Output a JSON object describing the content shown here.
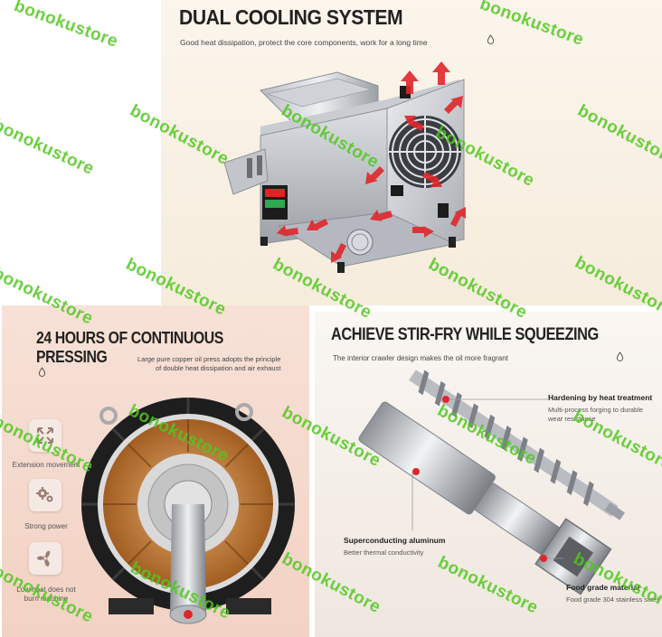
{
  "top_panel": {
    "title": "DUAL COOLING SYSTEM",
    "subtitle": "Good heat dissipation, protect the core components, work for a long time"
  },
  "left_panel": {
    "title": "24 HOURS OF CONTINUOUS PRESSING",
    "subtitle_line1": "Large pure copper oil press adopts the principle",
    "subtitle_line2": "of double heat dissipation and air exhaust",
    "features": [
      {
        "icon": "arrows-expand-icon",
        "label_line1": "Extension movement",
        "label_line2": ""
      },
      {
        "icon": "gears-icon",
        "label_line1": "Strong power",
        "label_line2": ""
      },
      {
        "icon": "fan-icon",
        "label_line1": "Low heat does not",
        "label_line2": "burn machine"
      }
    ]
  },
  "right_panel": {
    "title": "ACHIEVE STIR-FRY WHILE SQUEEZING",
    "subtitle": "The interior crawler design makes the oil more fragrant",
    "callouts": [
      {
        "title": "Hardening by heat treatment",
        "desc_line1": "Multi-process forging to durable",
        "desc_line2": "wear resistance"
      },
      {
        "title": "Superconducting aluminum",
        "desc_line1": "Better thermal conductivity",
        "desc_line2": ""
      },
      {
        "title": "Food grade material",
        "desc_line1": "Food grade 304 stainless steel",
        "desc_line2": ""
      }
    ]
  },
  "watermark": "bonokustore",
  "colors": {
    "accent_red": "#e0262b",
    "watermark_green": "#50c81e",
    "steel": "#c9ccd0"
  }
}
